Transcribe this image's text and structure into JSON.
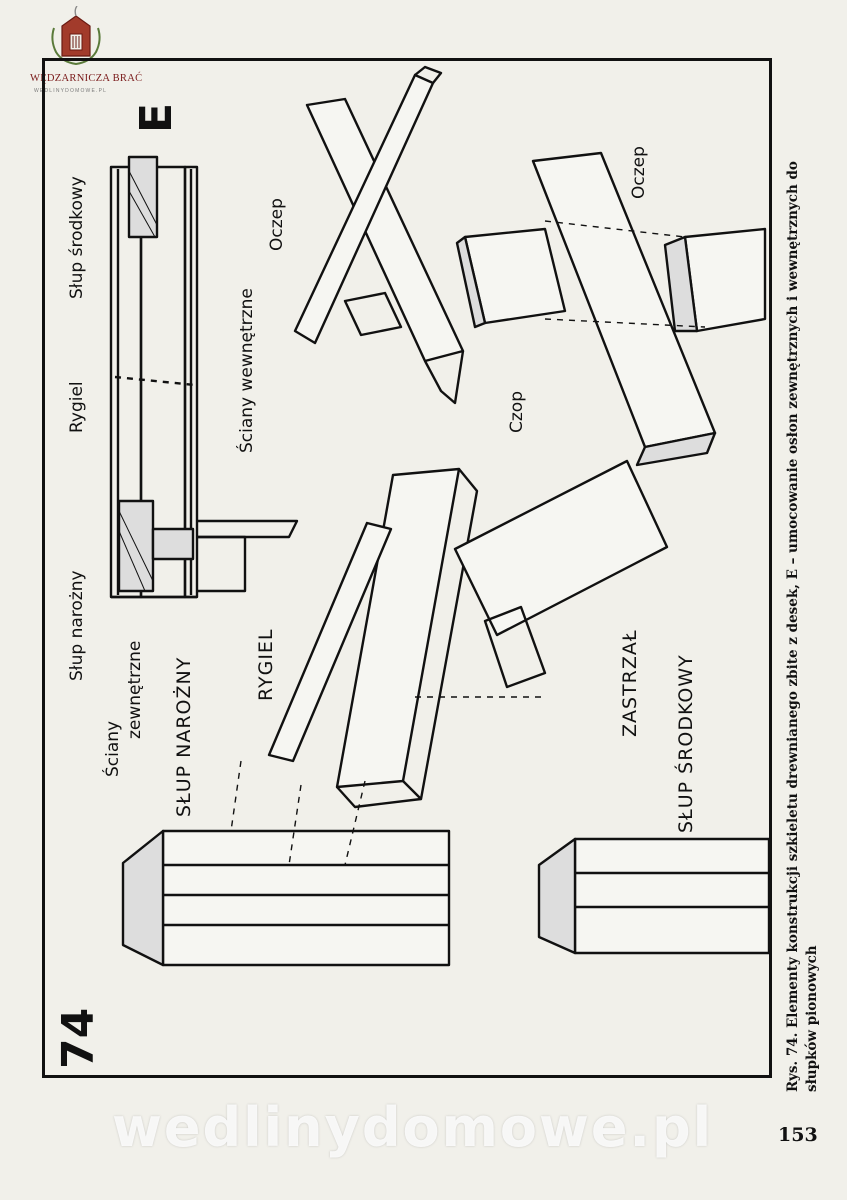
{
  "logo": {
    "icon": "smokehouse-crest-icon",
    "name": "WĘDZARNICZA BRAĆ",
    "subtitle": "WEDLINYDOMOWE.PL"
  },
  "figure": {
    "number": "74",
    "letter": "E",
    "labels": {
      "slup_srodkowy": "Słup środkowy",
      "sciany_wewnetrzne": "Ściany wewnętrzne",
      "rygiel_small": "Rygiel",
      "slup_narozny_small": "Słup narożny",
      "sciany": "Ściany",
      "zewnetrzne": "zewnętrzne",
      "oczep_1": "Oczep",
      "oczep_2": "Oczep",
      "czop": "Czop",
      "slup_narozny_big": "SŁUP NAROŻNY",
      "rygiel_big": "RYGIEL",
      "zastrzal": "ZASTRZAŁ",
      "slup_srodkowy_big": "SŁUP ŚRODKOWY"
    }
  },
  "caption": {
    "line1": "Rys. 74. Elementy konstrukcji szkieletu drewnianego zbite z desek, E – umocowanie osłon zewnętrznych i wewnętrznych do",
    "line2": "słupków pionowych"
  },
  "watermark": "wedlinydomowe.pl",
  "page_number": "153"
}
